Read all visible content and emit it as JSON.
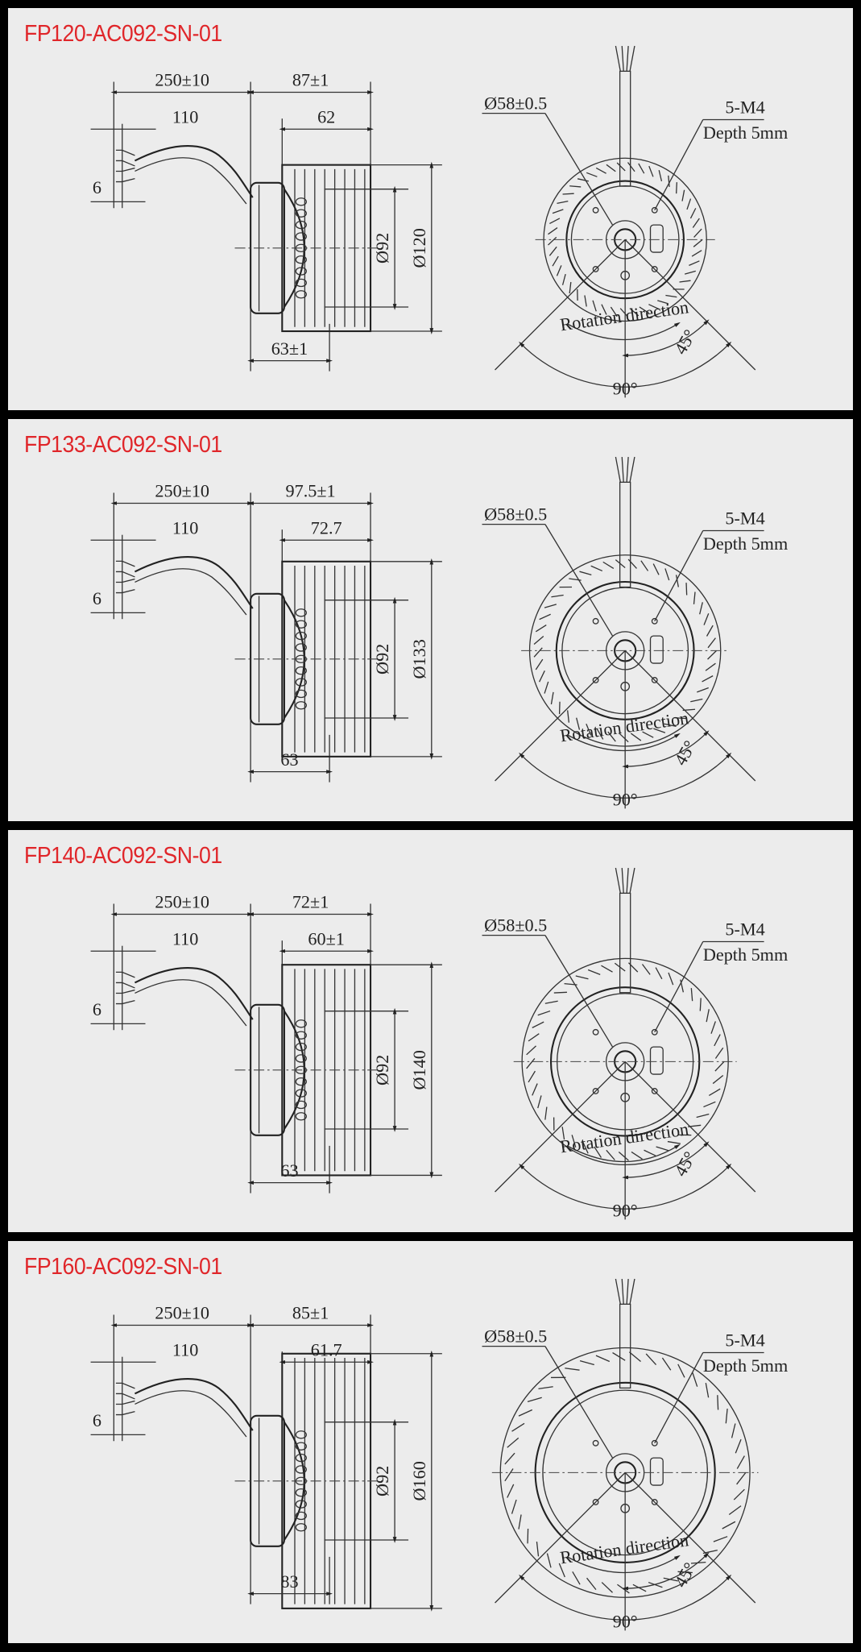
{
  "colors": {
    "title": "#e0262a",
    "background": "#ececec",
    "line": "#222222"
  },
  "panels": [
    {
      "model": "FP120-AC092-SN-01",
      "cable_length": "250±10",
      "overall_depth": "87±1",
      "impeller_depth": "62",
      "strip_length": "110",
      "wire_end": "6",
      "hub_diameter": "Ø92",
      "impeller_diameter": "Ø120",
      "impeller_diameter_value": 120,
      "motor_depth": "63±1",
      "bolt_circle": "Ø58±0.5",
      "threads": "5-M4",
      "thread_depth": "Depth 5mm",
      "rotation": "Rotation direction",
      "angle_small": "45°",
      "angle_large": "90°"
    },
    {
      "model": "FP133-AC092-SN-01",
      "cable_length": "250±10",
      "overall_depth": "97.5±1",
      "impeller_depth": "72.7",
      "strip_length": "110",
      "wire_end": "6",
      "hub_diameter": "Ø92",
      "impeller_diameter": "Ø133",
      "impeller_diameter_value": 133,
      "motor_depth": "63",
      "bolt_circle": "Ø58±0.5",
      "threads": "5-M4",
      "thread_depth": "Depth 5mm",
      "rotation": "Rotation direction",
      "angle_small": "45°",
      "angle_large": "90°"
    },
    {
      "model": "FP140-AC092-SN-01",
      "cable_length": "250±10",
      "overall_depth": "72±1",
      "impeller_depth": "60±1",
      "strip_length": "110",
      "wire_end": "6",
      "hub_diameter": "Ø92",
      "impeller_diameter": "Ø140",
      "impeller_diameter_value": 140,
      "motor_depth": "63",
      "bolt_circle": "Ø58±0.5",
      "threads": "5-M4",
      "thread_depth": "Depth 5mm",
      "rotation": "Rotation direction",
      "angle_small": "45°",
      "angle_large": "90°"
    },
    {
      "model": "FP160-AC092-SN-01",
      "cable_length": "250±10",
      "overall_depth": "85±1",
      "impeller_depth": "61.7",
      "strip_length": "110",
      "wire_end": "6",
      "hub_diameter": "Ø92",
      "impeller_diameter": "Ø160",
      "impeller_diameter_value": 160,
      "motor_depth": "83",
      "bolt_circle": "Ø58±0.5",
      "threads": "5-M4",
      "thread_depth": "Depth 5mm",
      "rotation": "Rotation direction",
      "angle_small": "45°",
      "angle_large": "90°"
    }
  ]
}
